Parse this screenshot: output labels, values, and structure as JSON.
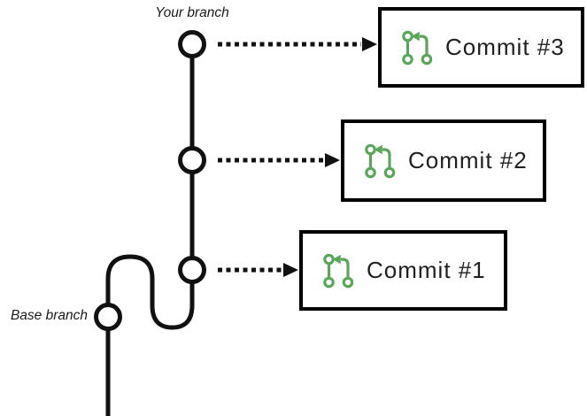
{
  "diagram": {
    "your_branch_label": "Your branch",
    "base_branch_label": "Base branch",
    "commits": [
      {
        "label": "Commit #3",
        "icon": "git-pull-request-icon"
      },
      {
        "label": "Commit #2",
        "icon": "git-pull-request-icon"
      },
      {
        "label": "Commit #1",
        "icon": "git-pull-request-icon"
      }
    ],
    "colors": {
      "icon_green": "#5aa75a",
      "line_black": "#111111",
      "box_border": "#000000",
      "background": "#ffffff"
    }
  }
}
